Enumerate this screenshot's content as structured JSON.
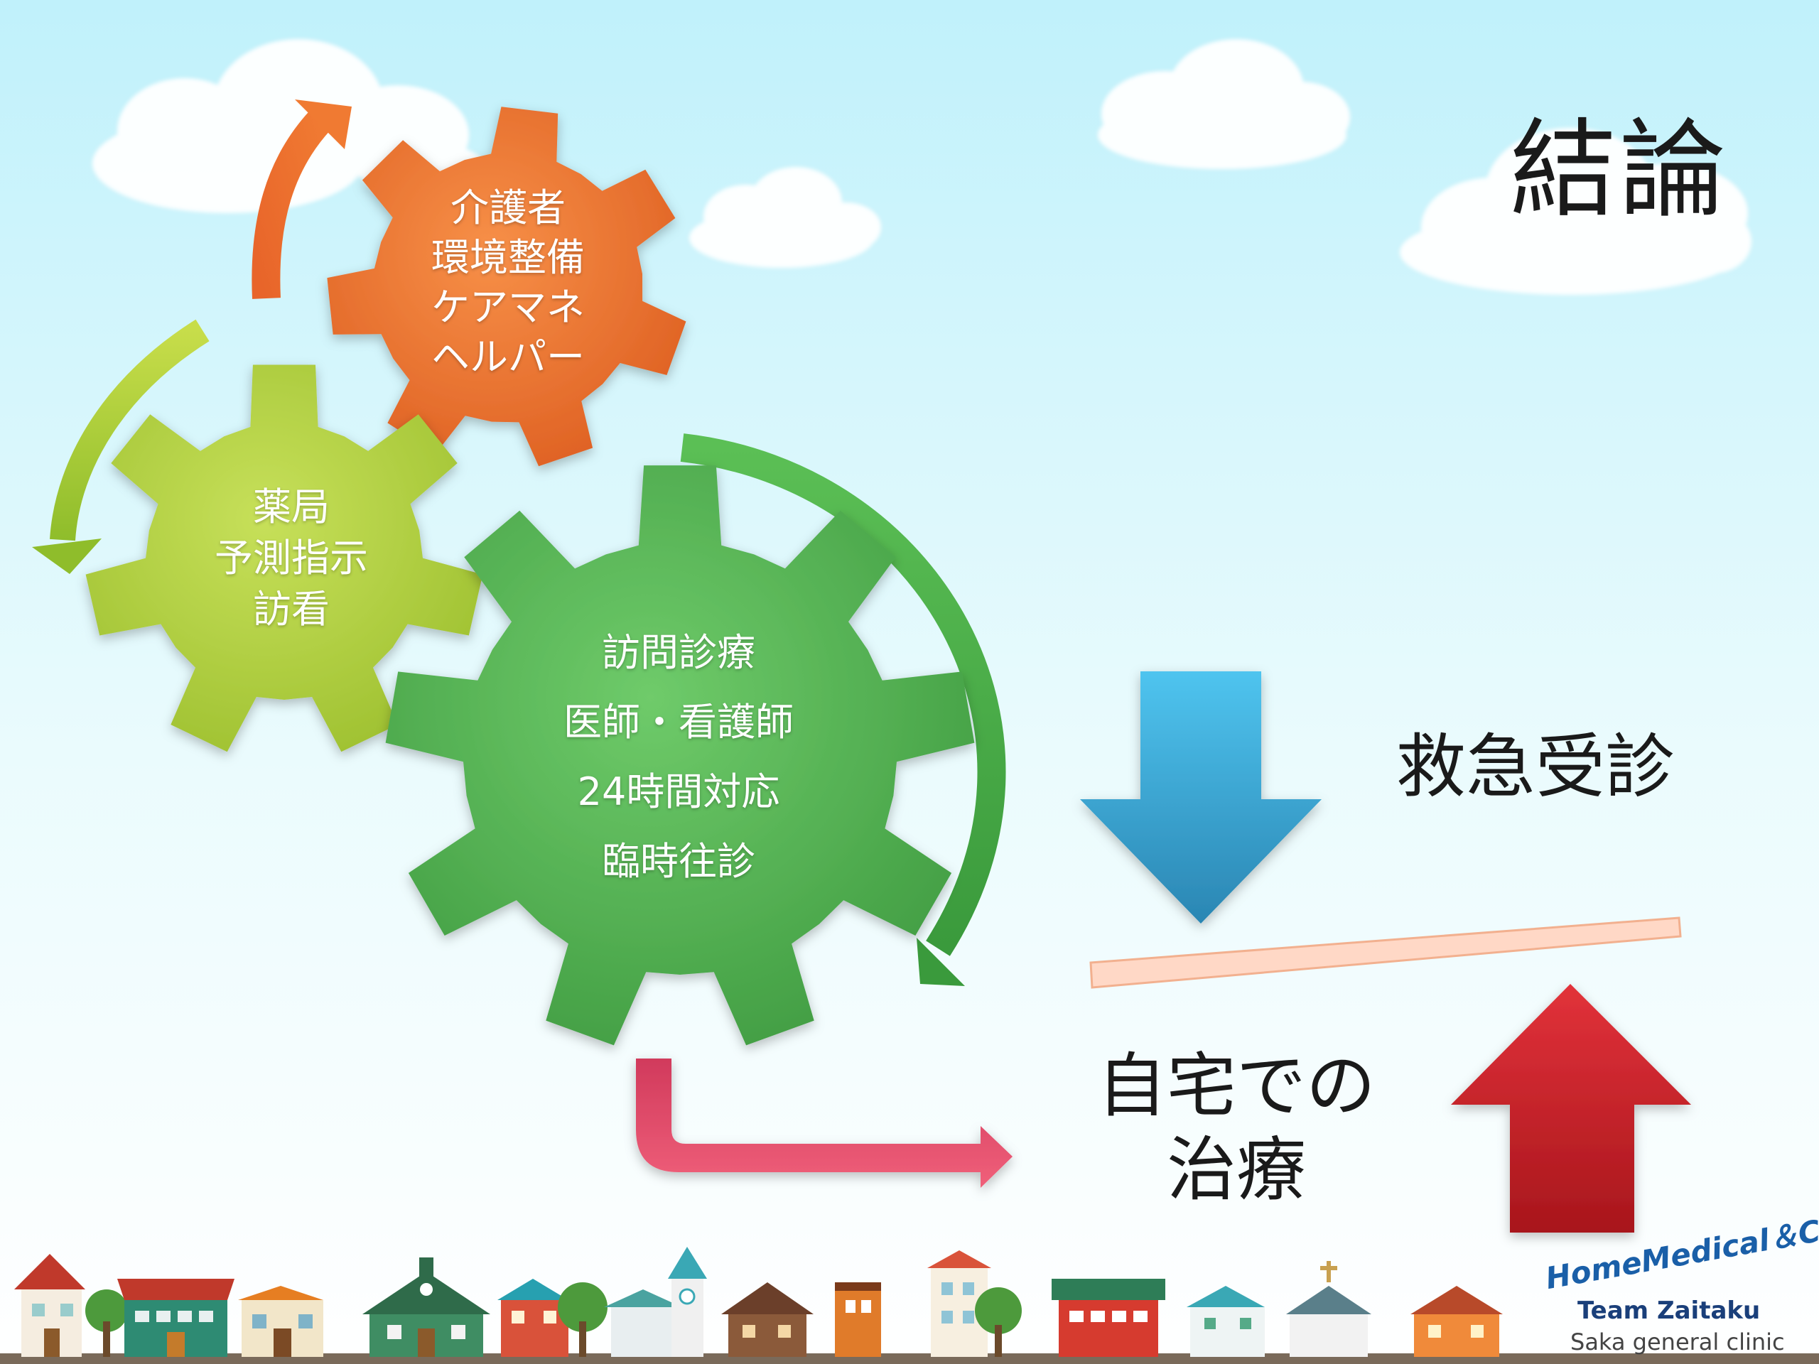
{
  "slide": {
    "title": "結論",
    "gears": {
      "orange": [
        "介護者",
        "環境整備",
        "ケアマネ",
        "ヘルパー"
      ],
      "lime": [
        "薬局",
        "予測指示",
        "訪看"
      ],
      "green": [
        "訪問診療",
        "医師・看護師",
        "24時間対応",
        "臨時往診"
      ]
    },
    "emergency_label": "救急受診",
    "home_treatment_label": [
      "自宅での",
      "治療"
    ],
    "colors": {
      "sky_top": "#c4f3fb",
      "sky_bottom": "#ffffff",
      "orange_gear": "#f07a32",
      "lime_gear": "#b5d43f",
      "green_gear": "#55b552",
      "down_arrow": "#3aa9d6",
      "up_arrow": "#c62026",
      "pink_arrow": "#e24868",
      "balance_bar": "#ffd7c4"
    }
  },
  "footer": {
    "logo": {
      "line1": "HomeMedical＆Care",
      "line2": "Team Zaitaku",
      "line3": "Saka general clinic"
    }
  }
}
